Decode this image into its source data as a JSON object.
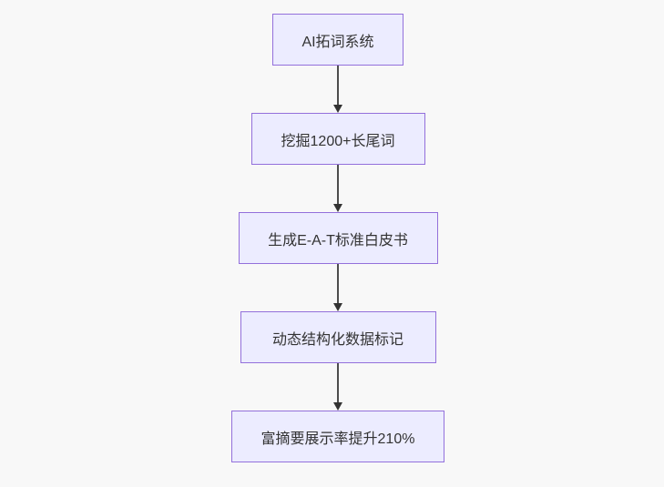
{
  "page": {
    "background_color": "#f8f8f8"
  },
  "flowchart": {
    "type": "flowchart-top-down",
    "nodes": [
      {
        "label": "AI拓词系统"
      },
      {
        "label": "挖掘1200+长尾词"
      },
      {
        "label": "生成E-A-T标准白皮书"
      },
      {
        "label": "动态结构化数据标记"
      },
      {
        "label": "富摘要展示率提升210%"
      }
    ],
    "edges": [
      {
        "from": 0,
        "to": 1
      },
      {
        "from": 1,
        "to": 2
      },
      {
        "from": 2,
        "to": 3
      },
      {
        "from": 3,
        "to": 4
      }
    ],
    "colors": {
      "node_fill": "#ececff",
      "node_border": "#9370db",
      "node_text": "#333333",
      "arrow": "#333333"
    }
  }
}
